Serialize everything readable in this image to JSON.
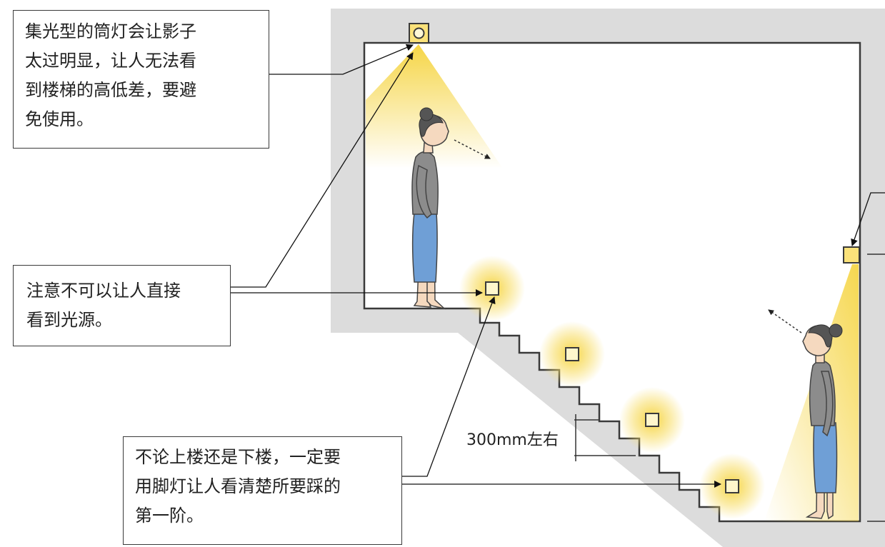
{
  "callouts": {
    "top": {
      "lines": [
        "集光型的筒灯会让影子",
        "太过明显，让人无法看",
        "到楼梯的高低差，要避",
        "免使用。"
      ]
    },
    "middle": {
      "lines": [
        "注意不可以让人直接",
        "看到光源。"
      ]
    },
    "bottom": {
      "lines": [
        "不论上楼还是下楼，一定要",
        "用脚灯让人看清楚所要踩的",
        "第一阶。"
      ]
    }
  },
  "dimension": {
    "step_height": "300mm左右"
  },
  "colors": {
    "wall": "#dcdcdc",
    "line": "#3a3a3a",
    "light_glow": "#f5d33c",
    "fixture_fill": "#fbe27a",
    "shirt": "#8c8c8c",
    "pants": "#6f9fd6",
    "skin": "#f5d9bf",
    "hair": "#555555"
  },
  "icons": [
    "downlight-icon",
    "foot-light-icon",
    "wall-light-icon",
    "person-icon"
  ]
}
